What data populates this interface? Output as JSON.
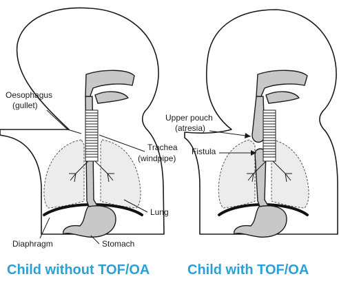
{
  "colors": {
    "caption": "#2aa0d4",
    "organ_fill": "#c8c8c8",
    "lung_fill": "#ececec",
    "outline": "#1a1a1a"
  },
  "left": {
    "caption": "Child without TOF/OA",
    "labels": {
      "oesophagus": "Oesophagus",
      "oesophagus_alt": "(gullet)",
      "trachea": "Trachea",
      "trachea_alt": "(windpipe)",
      "lung": "Lung",
      "diaphragm": "Diaphragm",
      "stomach": "Stomach"
    }
  },
  "right": {
    "caption": "Child with TOF/OA",
    "labels": {
      "upper_pouch": "Upper pouch",
      "upper_pouch_alt": "(atresia)",
      "fistula": "Fistula"
    }
  }
}
